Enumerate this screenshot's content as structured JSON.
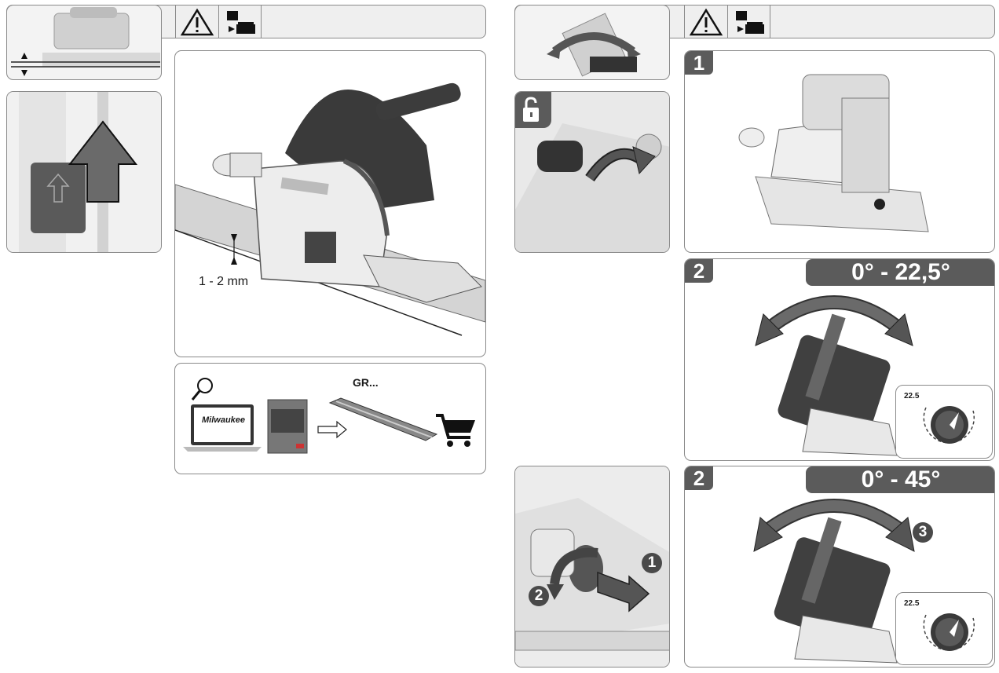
{
  "left": {
    "measure_label": "1 - 2 mm",
    "accessory_label": "GR...",
    "brand": "Milwaukee"
  },
  "right": {
    "step1_number": "1",
    "step2a_number": "2",
    "step2a_angle": "0° - 22,5°",
    "step2a_dial": "22.5",
    "step2b_number": "2",
    "step2b_angle": "0° - 45°",
    "step2b_dial": "22.5",
    "callout_1": "1",
    "callout_2": "2",
    "callout_3": "3"
  },
  "icons": {
    "warning": "warning-triangle-icon",
    "unplug": "unplug-battery-icon",
    "unlock": "unlock-padlock-icon",
    "search": "magnifier-icon",
    "cart": "shopping-cart-icon"
  },
  "colors": {
    "panel_bg": "#f3f3f3",
    "border": "#8a8a8a",
    "badge": "#5b5b5b"
  }
}
